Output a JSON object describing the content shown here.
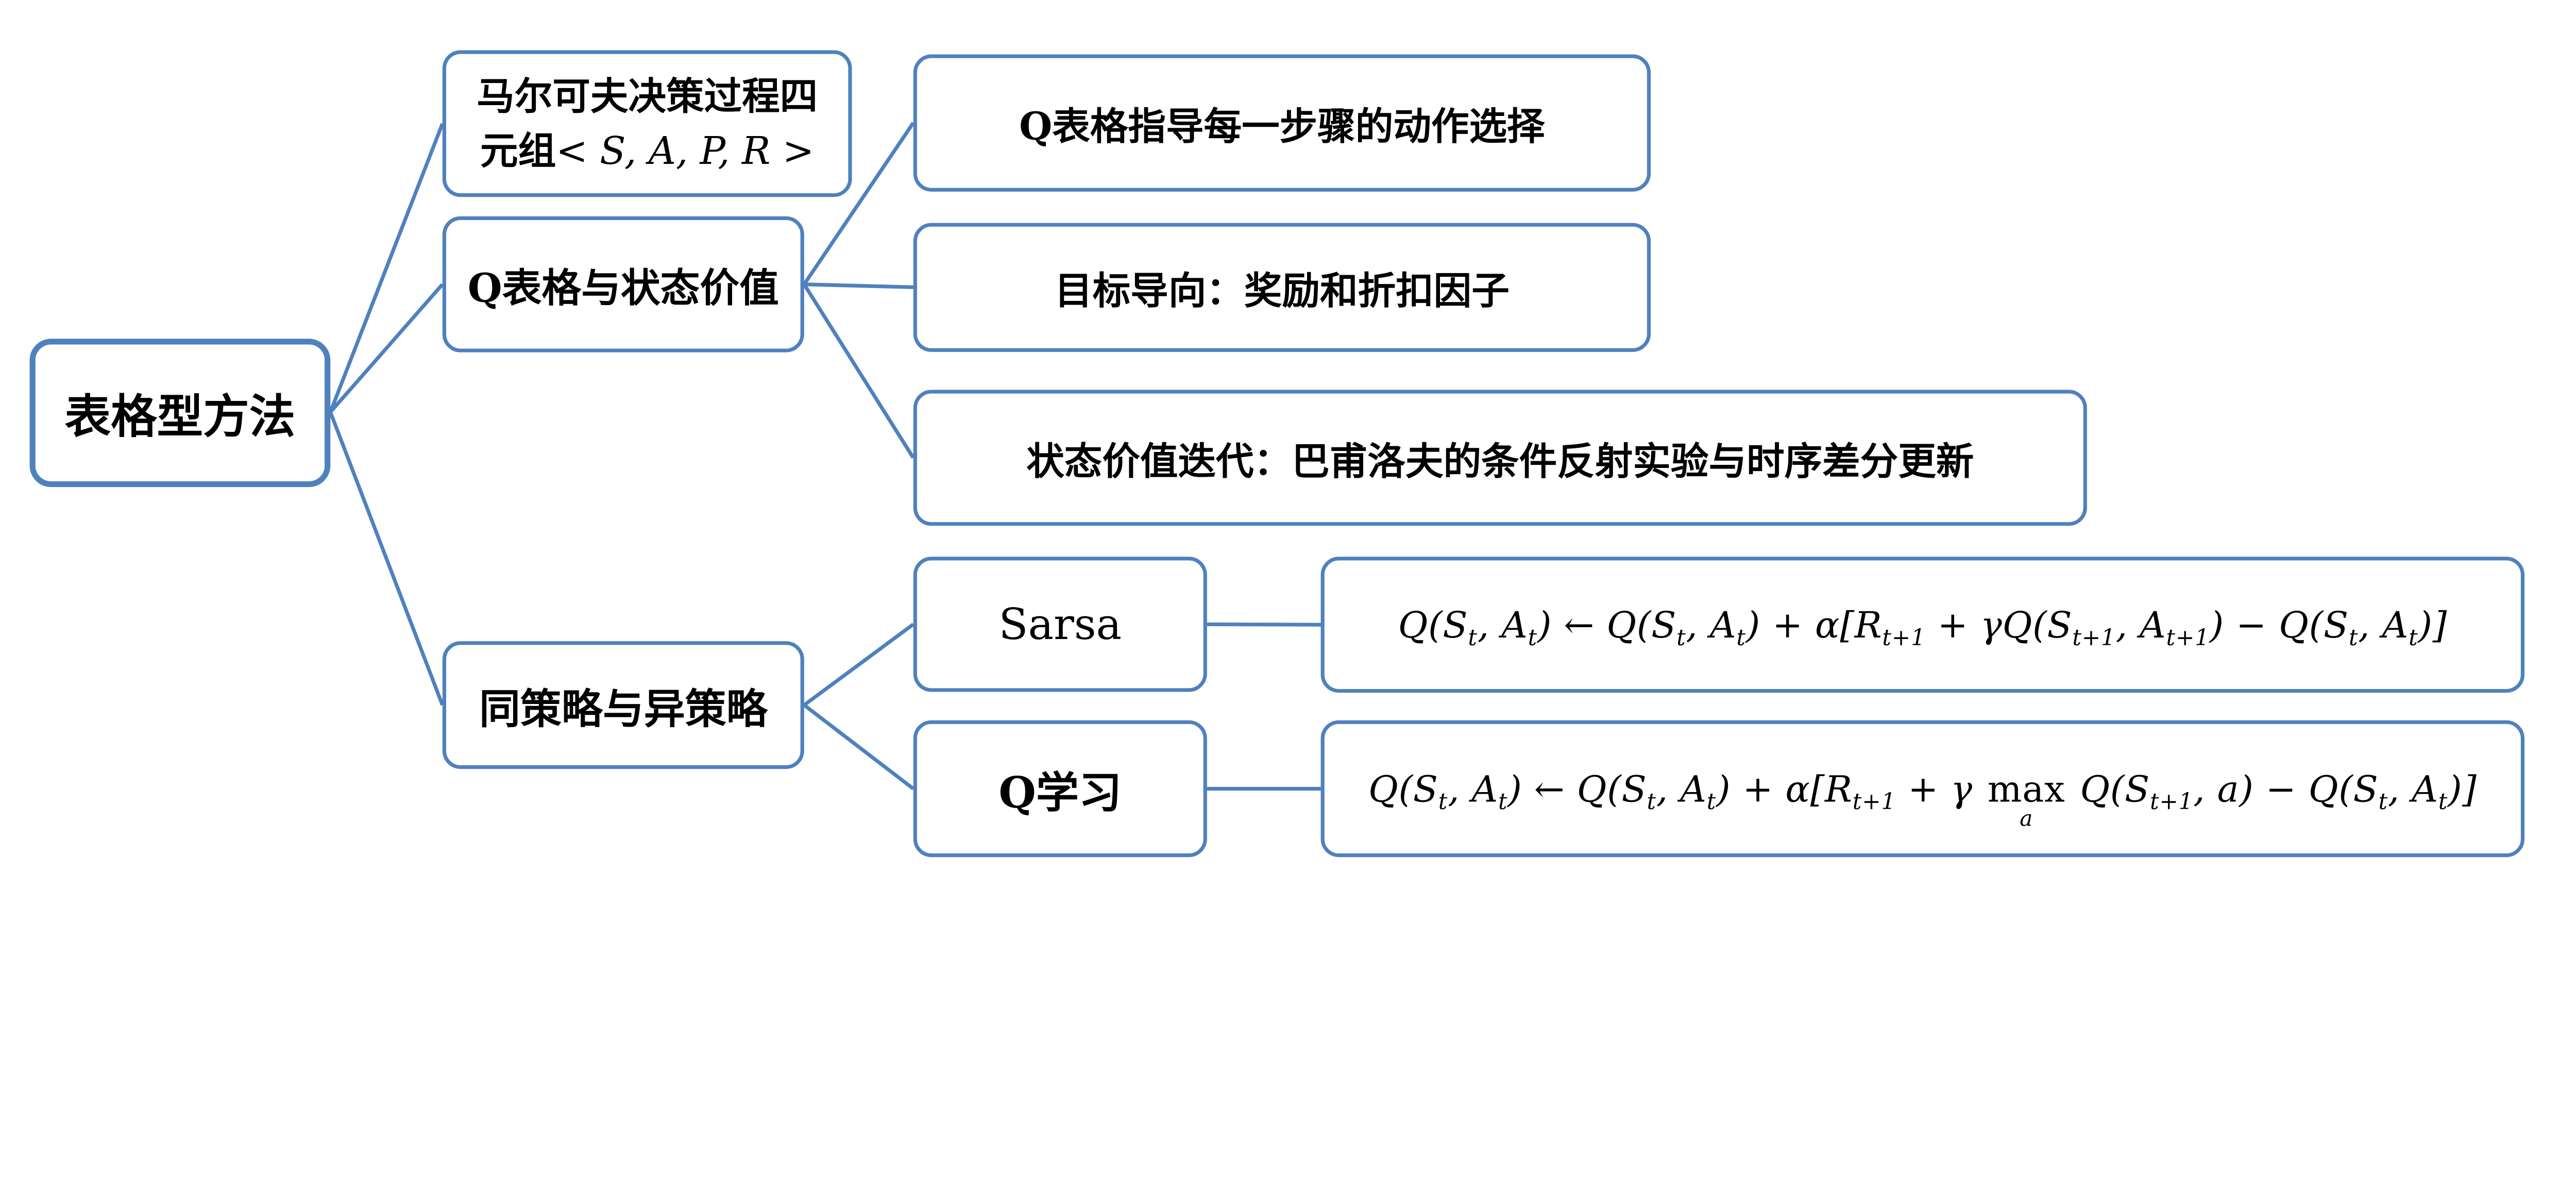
{
  "diagram": {
    "colors": {
      "line": "#4f81bd",
      "box_border": "#4f81bd",
      "box_fill": "#ffffff",
      "text": "#000000",
      "background": "#ffffff"
    },
    "root": {
      "label": "表格型方法"
    },
    "nodes": {
      "mdp": {
        "line1": "马尔可夫决策过程四",
        "line2_text": "元组",
        "line2_math": "< S, A, P, R >"
      },
      "qtable": {
        "label": "Q表格与状态价值"
      },
      "onoff": {
        "label": "同策略与异策略"
      },
      "qguide": {
        "label": "Q表格指导每一步骤的动作选择"
      },
      "goal": {
        "label": "目标导向：奖励和折扣因子"
      },
      "vi": {
        "label": "状态价值迭代：巴甫洛夫的条件反射实验与时序差分更新"
      },
      "sarsa": {
        "label": "Sarsa"
      },
      "qlearn": {
        "label": "Q学习"
      },
      "f1": {
        "formula": "Q(S_{t}, A_{t}) ← Q(S_{t}, A_{t}) + α[R_{t+1} + γQ(S_{t+1}, A_{t+1}) − Q(S_{t}, A_{t})]"
      },
      "f2": {
        "formula": "Q(S_{t}, A_{t}) ← Q(S_{t}, A_{t}) + α[R_{t+1} + γ max_{a} Q(S_{t+1}, a) − Q(S_{t}, A_{t})]"
      }
    }
  }
}
